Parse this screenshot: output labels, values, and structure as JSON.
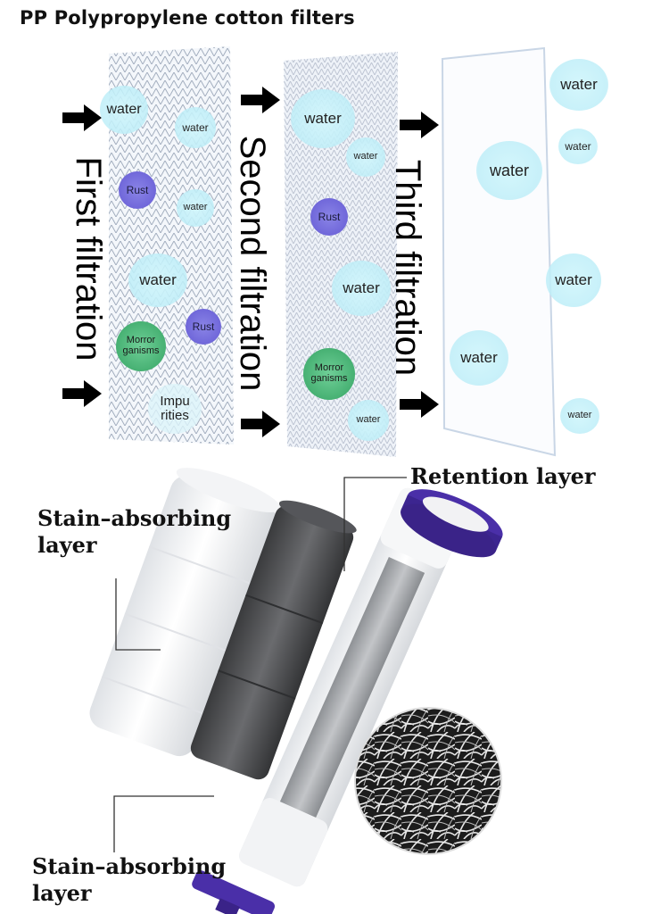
{
  "title": "PP Polypropylene cotton filters",
  "stages": [
    {
      "label": "First filtration"
    },
    {
      "label": "Second filtration"
    },
    {
      "label": "Third filtration"
    }
  ],
  "particles": {
    "water": "water",
    "rust": "Rust",
    "organisms": "Morror ganisms",
    "impurities": "Impu rities"
  },
  "layers": {
    "retention": "Retention layer",
    "stain_top": "Stain–absorbing layer",
    "stain_bottom": "Stain–absorbing layer"
  },
  "colors": {
    "water": "#c8f0fa",
    "rust": "#6c63d8",
    "organisms": "#3eaa6b",
    "cap": "#4a2fa8",
    "carbon": "#4a4b4d"
  },
  "icons": [
    "arrow-right-icon",
    "mesh-sheet",
    "filter-cartridge",
    "fiber-magnify-icon"
  ]
}
